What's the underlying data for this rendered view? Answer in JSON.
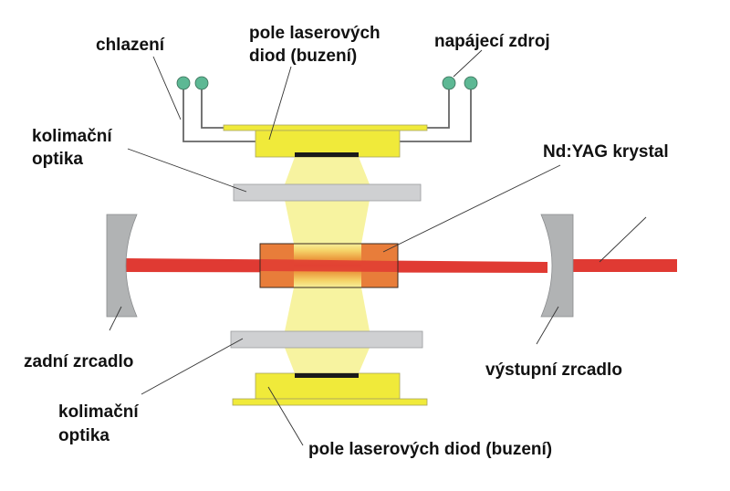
{
  "title": "Diodově čerpaný Nd:YAG laser",
  "labels": {
    "cooling": "chlazení",
    "diode_array_top_line1": "pole laserových",
    "diode_array_top_line2": "diod (buzení)",
    "power_supply": "napájecí zdroj",
    "collimating_optics_top_line1": "kolimační",
    "collimating_optics_top_line2": "optika",
    "crystal": "Nd:YAG krystal",
    "rear_mirror": "zadní zrcadlo",
    "output_mirror": "výstupní zrcadlo",
    "collimating_optics_bottom_line1": "kolimační",
    "collimating_optics_bottom_line2": "optika",
    "diode_array_bottom": "pole laserových diod (buzení)"
  },
  "colors": {
    "diode_yellow": "#f0ea3a",
    "pump_light": "#f7f3a0",
    "optics_gray": "#cfd0d2",
    "mirror_gray": "#b1b3b4",
    "beam_red": "#e03a33",
    "crystal_orange": "#e87d3a",
    "connector_green": "#5db894",
    "emitter_black": "#1a1a1a"
  }
}
